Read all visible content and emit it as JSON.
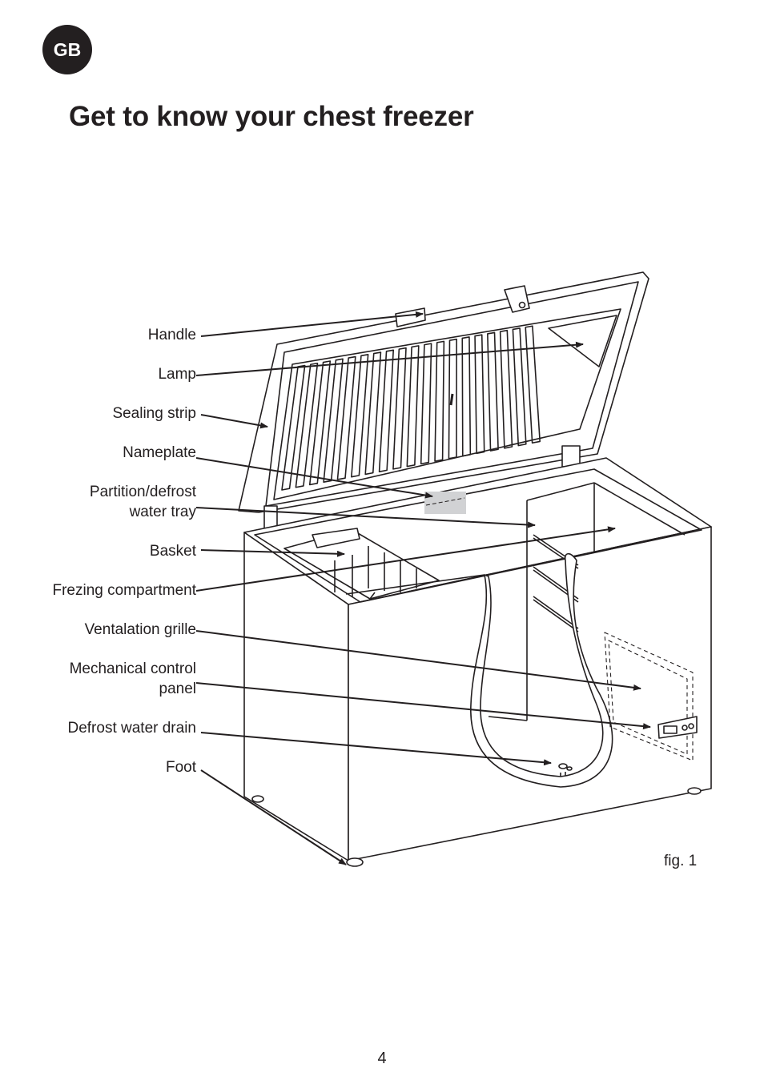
{
  "badge": "GB",
  "title": "Get to know your chest freezer",
  "labels": {
    "handle": "Handle",
    "lamp": "Lamp",
    "sealing_strip": "Sealing strip",
    "nameplate": "Nameplate",
    "partition_line1": "Partition/defrost",
    "partition_line2": "water tray",
    "basket": "Basket",
    "freezing_compartment": "Frezing compartment",
    "ventilation_grille": "Ventalation grille",
    "control_line1": "Mechanical control",
    "control_line2": "panel",
    "defrost_drain": "Defrost water drain",
    "foot": "Foot"
  },
  "figure_caption": "fig. 1",
  "page_number": "4"
}
